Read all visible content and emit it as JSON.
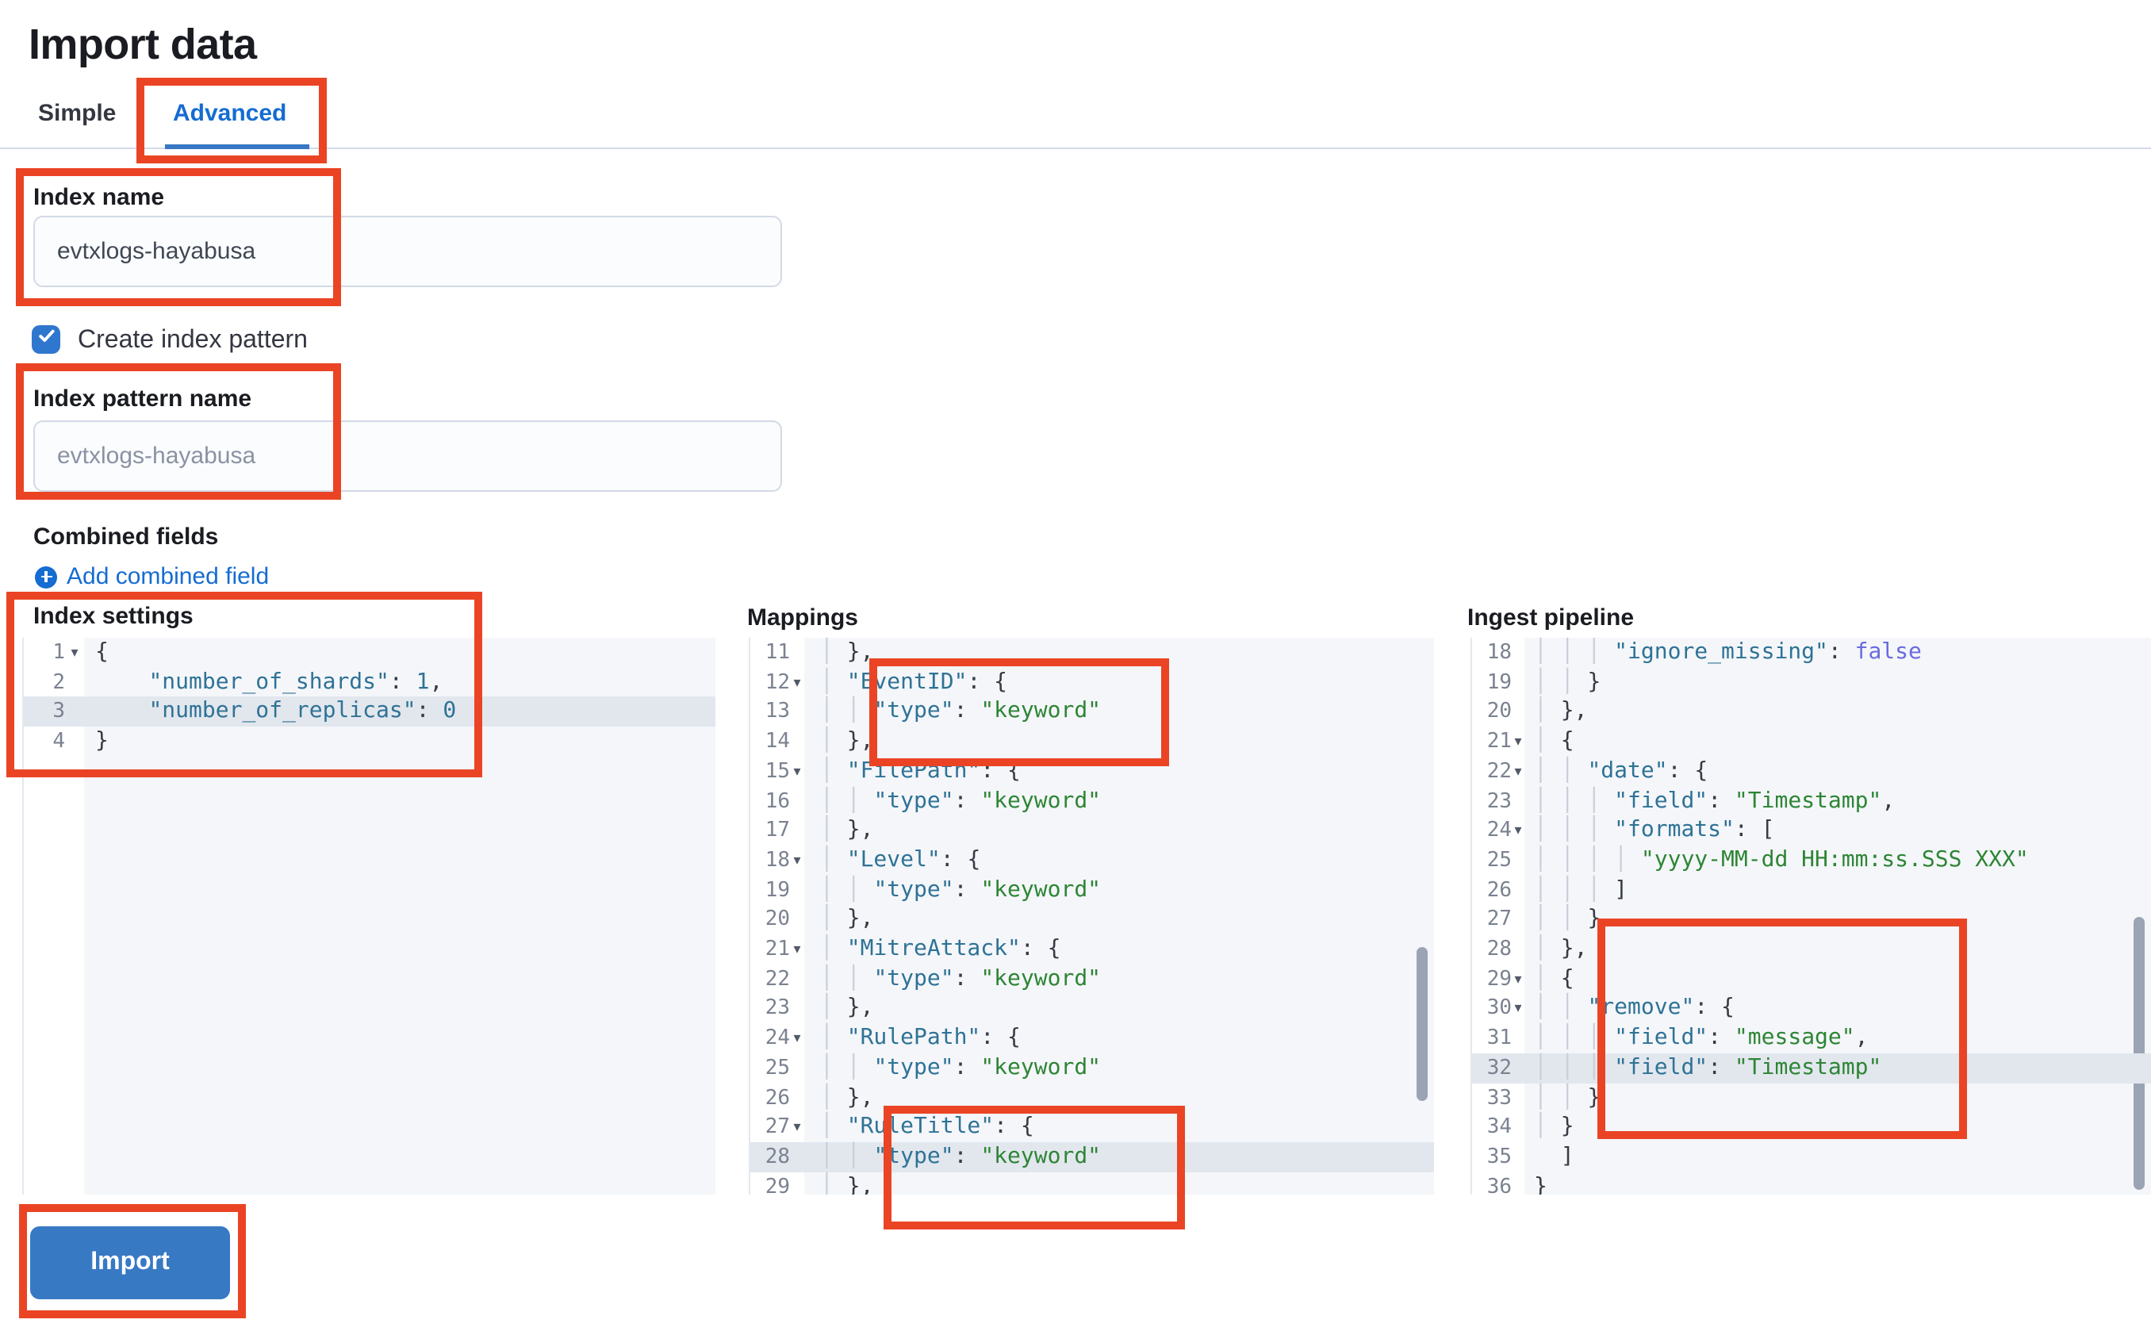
{
  "page": {
    "title": "Import data"
  },
  "tabs": {
    "simple": "Simple",
    "advanced": "Advanced"
  },
  "form": {
    "index_name_label": "Index name",
    "index_name_value": "evtxlogs-hayabusa",
    "create_index_pattern_label": "Create index pattern",
    "create_index_pattern_checked": true,
    "index_pattern_label": "Index pattern name",
    "index_pattern_placeholder": "evtxlogs-hayabusa",
    "combined_fields_label": "Combined fields",
    "add_combined_field_label": "Add combined field"
  },
  "import_button_label": "Import",
  "colors": {
    "annotation_red": "#ea4425",
    "accent_blue": "#156cd1",
    "button_blue": "#3879c4",
    "checkbox_blue": "#2f77ce",
    "code_key": "#2f7296",
    "code_string": "#2e8535",
    "code_boolean": "#6a6ae0",
    "code_highlight_row": "#e2e7ee"
  },
  "editors": [
    {
      "id": "settings",
      "label": "Index settings",
      "first": 1,
      "lines": [
        {
          "n": 1,
          "fold": true,
          "segs": [
            [
              "{",
              "p"
            ]
          ]
        },
        {
          "n": 2,
          "segs": [
            [
              "    ",
              "g"
            ],
            [
              "\"number_of_shards\"",
              "k"
            ],
            [
              ": ",
              "p"
            ],
            [
              "1",
              "n"
            ],
            [
              ",",
              "p"
            ]
          ]
        },
        {
          "n": 3,
          "hl": true,
          "segs": [
            [
              "    ",
              "g"
            ],
            [
              "\"number_of_replicas\"",
              "k"
            ],
            [
              ": ",
              "p"
            ],
            [
              "0",
              "n"
            ]
          ]
        },
        {
          "n": 4,
          "segs": [
            [
              "}",
              "p"
            ]
          ]
        }
      ]
    },
    {
      "id": "mappings",
      "label": "Mappings",
      "first": 11,
      "lines": [
        {
          "n": 11,
          "segs": [
            [
              "│ ",
              "g"
            ],
            [
              "},",
              "p"
            ]
          ]
        },
        {
          "n": 12,
          "fold": true,
          "segs": [
            [
              "│ ",
              "g"
            ],
            [
              "\"EventID\"",
              "k"
            ],
            [
              ": ",
              "p"
            ],
            [
              "{",
              "p"
            ]
          ]
        },
        {
          "n": 13,
          "segs": [
            [
              "│ │ ",
              "g"
            ],
            [
              "\"type\"",
              "k"
            ],
            [
              ": ",
              "p"
            ],
            [
              "\"keyword\"",
              "s"
            ]
          ]
        },
        {
          "n": 14,
          "segs": [
            [
              "│ ",
              "g"
            ],
            [
              "},",
              "p"
            ]
          ]
        },
        {
          "n": 15,
          "fold": true,
          "segs": [
            [
              "│ ",
              "g"
            ],
            [
              "\"FilePath\"",
              "k"
            ],
            [
              ": ",
              "p"
            ],
            [
              "{",
              "p"
            ]
          ]
        },
        {
          "n": 16,
          "segs": [
            [
              "│ │ ",
              "g"
            ],
            [
              "\"type\"",
              "k"
            ],
            [
              ": ",
              "p"
            ],
            [
              "\"keyword\"",
              "s"
            ]
          ]
        },
        {
          "n": 17,
          "segs": [
            [
              "│ ",
              "g"
            ],
            [
              "},",
              "p"
            ]
          ]
        },
        {
          "n": 18,
          "fold": true,
          "segs": [
            [
              "│ ",
              "g"
            ],
            [
              "\"Level\"",
              "k"
            ],
            [
              ": ",
              "p"
            ],
            [
              "{",
              "p"
            ]
          ]
        },
        {
          "n": 19,
          "segs": [
            [
              "│ │ ",
              "g"
            ],
            [
              "\"type\"",
              "k"
            ],
            [
              ": ",
              "p"
            ],
            [
              "\"keyword\"",
              "s"
            ]
          ]
        },
        {
          "n": 20,
          "segs": [
            [
              "│ ",
              "g"
            ],
            [
              "},",
              "p"
            ]
          ]
        },
        {
          "n": 21,
          "fold": true,
          "segs": [
            [
              "│ ",
              "g"
            ],
            [
              "\"MitreAttack\"",
              "k"
            ],
            [
              ": ",
              "p"
            ],
            [
              "{",
              "p"
            ]
          ]
        },
        {
          "n": 22,
          "segs": [
            [
              "│ │ ",
              "g"
            ],
            [
              "\"type\"",
              "k"
            ],
            [
              ": ",
              "p"
            ],
            [
              "\"keyword\"",
              "s"
            ]
          ]
        },
        {
          "n": 23,
          "segs": [
            [
              "│ ",
              "g"
            ],
            [
              "},",
              "p"
            ]
          ]
        },
        {
          "n": 24,
          "fold": true,
          "segs": [
            [
              "│ ",
              "g"
            ],
            [
              "\"RulePath\"",
              "k"
            ],
            [
              ": ",
              "p"
            ],
            [
              "{",
              "p"
            ]
          ]
        },
        {
          "n": 25,
          "segs": [
            [
              "│ │ ",
              "g"
            ],
            [
              "\"type\"",
              "k"
            ],
            [
              ": ",
              "p"
            ],
            [
              "\"keyword\"",
              "s"
            ]
          ]
        },
        {
          "n": 26,
          "segs": [
            [
              "│ ",
              "g"
            ],
            [
              "},",
              "p"
            ]
          ]
        },
        {
          "n": 27,
          "fold": true,
          "segs": [
            [
              "│ ",
              "g"
            ],
            [
              "\"RuleTitle\"",
              "k"
            ],
            [
              ": ",
              "p"
            ],
            [
              "{",
              "p"
            ]
          ]
        },
        {
          "n": 28,
          "hl": true,
          "segs": [
            [
              "│ │ ",
              "g"
            ],
            [
              "\"type\"",
              "k"
            ],
            [
              ": ",
              "p"
            ],
            [
              "\"keyword\"",
              "s"
            ]
          ]
        },
        {
          "n": 29,
          "segs": [
            [
              "│ ",
              "g"
            ],
            [
              "},",
              "p"
            ]
          ]
        }
      ]
    },
    {
      "id": "ingest",
      "label": "Ingest pipeline",
      "first": 18,
      "lines": [
        {
          "n": 18,
          "segs": [
            [
              "│ │ │ ",
              "g"
            ],
            [
              "\"ignore_missing\"",
              "k"
            ],
            [
              ": ",
              "p"
            ],
            [
              "false",
              "b"
            ]
          ]
        },
        {
          "n": 19,
          "segs": [
            [
              "│ │ ",
              "g"
            ],
            [
              "}",
              "p"
            ]
          ]
        },
        {
          "n": 20,
          "segs": [
            [
              "│ ",
              "g"
            ],
            [
              "},",
              "p"
            ]
          ]
        },
        {
          "n": 21,
          "fold": true,
          "segs": [
            [
              "│ ",
              "g"
            ],
            [
              "{",
              "p"
            ]
          ]
        },
        {
          "n": 22,
          "fold": true,
          "segs": [
            [
              "│ │ ",
              "g"
            ],
            [
              "\"date\"",
              "k"
            ],
            [
              ": ",
              "p"
            ],
            [
              "{",
              "p"
            ]
          ]
        },
        {
          "n": 23,
          "segs": [
            [
              "│ │ │ ",
              "g"
            ],
            [
              "\"field\"",
              "k"
            ],
            [
              ": ",
              "p"
            ],
            [
              "\"Timestamp\"",
              "s"
            ],
            [
              ",",
              "p"
            ]
          ]
        },
        {
          "n": 24,
          "fold": true,
          "segs": [
            [
              "│ │ │ ",
              "g"
            ],
            [
              "\"formats\"",
              "k"
            ],
            [
              ": ",
              "p"
            ],
            [
              "[",
              "p"
            ]
          ]
        },
        {
          "n": 25,
          "segs": [
            [
              "│ │ │ │ ",
              "g"
            ],
            [
              "\"yyyy-MM-dd HH:mm:ss.SSS XXX\"",
              "s"
            ]
          ]
        },
        {
          "n": 26,
          "segs": [
            [
              "│ │ │ ",
              "g"
            ],
            [
              "]",
              "p"
            ]
          ]
        },
        {
          "n": 27,
          "segs": [
            [
              "│ │ ",
              "g"
            ],
            [
              "}",
              "p"
            ]
          ]
        },
        {
          "n": 28,
          "segs": [
            [
              "│ ",
              "g"
            ],
            [
              "},",
              "p"
            ]
          ]
        },
        {
          "n": 29,
          "fold": true,
          "segs": [
            [
              "│ ",
              "g"
            ],
            [
              "{",
              "p"
            ]
          ]
        },
        {
          "n": 30,
          "fold": true,
          "segs": [
            [
              "│ │ ",
              "g"
            ],
            [
              "\"remove\"",
              "k"
            ],
            [
              ": ",
              "p"
            ],
            [
              "{",
              "p"
            ]
          ]
        },
        {
          "n": 31,
          "segs": [
            [
              "│ │ │ ",
              "g"
            ],
            [
              "\"field\"",
              "k"
            ],
            [
              ": ",
              "p"
            ],
            [
              "\"message\"",
              "s"
            ],
            [
              ",",
              "p"
            ]
          ]
        },
        {
          "n": 32,
          "hl": true,
          "segs": [
            [
              "│ │ │ ",
              "g"
            ],
            [
              "\"field\"",
              "k"
            ],
            [
              ": ",
              "p"
            ],
            [
              "\"Timestamp\"",
              "s"
            ]
          ]
        },
        {
          "n": 33,
          "segs": [
            [
              "│ │ ",
              "g"
            ],
            [
              "}",
              "p"
            ]
          ]
        },
        {
          "n": 34,
          "segs": [
            [
              "│ ",
              "g"
            ],
            [
              "}",
              "p"
            ]
          ]
        },
        {
          "n": 35,
          "segs": [
            [
              "  ",
              "g"
            ],
            [
              "]",
              "p"
            ]
          ]
        },
        {
          "n": 36,
          "segs": [
            [
              "}",
              "p"
            ]
          ]
        }
      ]
    }
  ]
}
